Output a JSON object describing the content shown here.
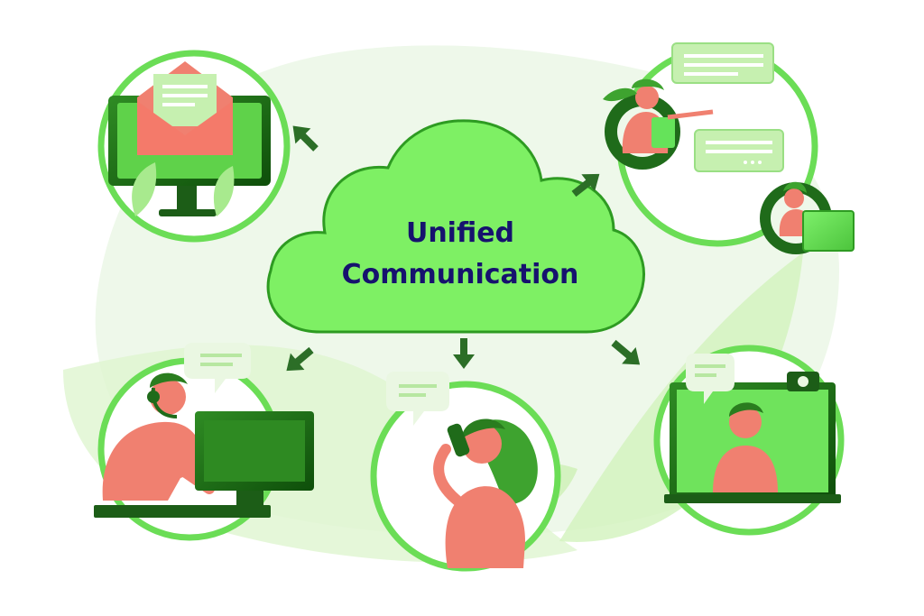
{
  "diagram": {
    "title_line1": "Unified",
    "title_line2": "Communication",
    "nodes": [
      {
        "id": "email",
        "icon": "email-monitor-icon"
      },
      {
        "id": "chat-team",
        "icon": "team-chat-icon"
      },
      {
        "id": "call-center",
        "icon": "headset-agent-icon"
      },
      {
        "id": "phone-call",
        "icon": "phone-call-icon"
      },
      {
        "id": "video-call",
        "icon": "video-call-icon"
      }
    ]
  },
  "colors": {
    "brand_green": "#65e35a",
    "dark_green": "#1f6b1a",
    "mid_green": "#3ea32f",
    "light_green": "#d9f7c8",
    "pale_bg": "#edf8e8",
    "skin_orange": "#f08070",
    "title_navy": "#16126e"
  }
}
